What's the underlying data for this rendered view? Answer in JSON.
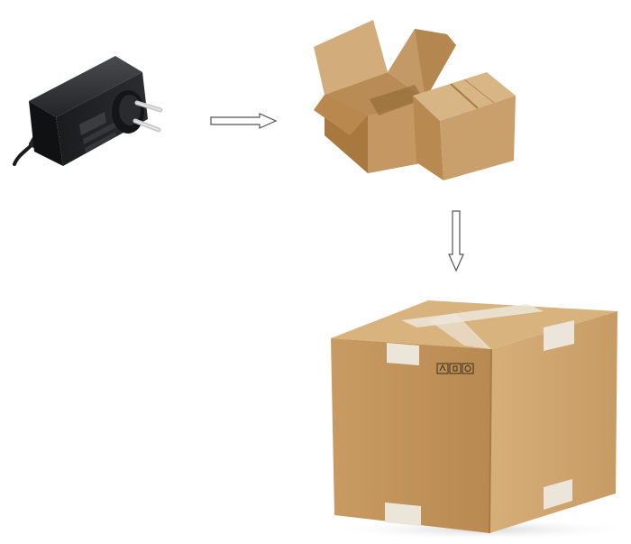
{
  "canvas": {
    "background": "#ffffff"
  },
  "steps": [
    {
      "id": "adapter",
      "icon": "power-adapter-icon"
    },
    {
      "id": "open-boxes",
      "icon": "open-cardboard-boxes-icon"
    },
    {
      "id": "sealed-box",
      "icon": "sealed-cardboard-box-icon"
    }
  ],
  "flow": [
    {
      "from": "adapter",
      "to": "open-boxes",
      "direction": "right"
    },
    {
      "from": "open-boxes",
      "to": "sealed-box",
      "direction": "down"
    }
  ],
  "colors": {
    "adapter_body": "#1c1d1f",
    "cardboard": "#c9a06c",
    "cardboard_dark": "#a67b45",
    "tape": "#e9e3d6",
    "arrow_outline": "#555555"
  }
}
